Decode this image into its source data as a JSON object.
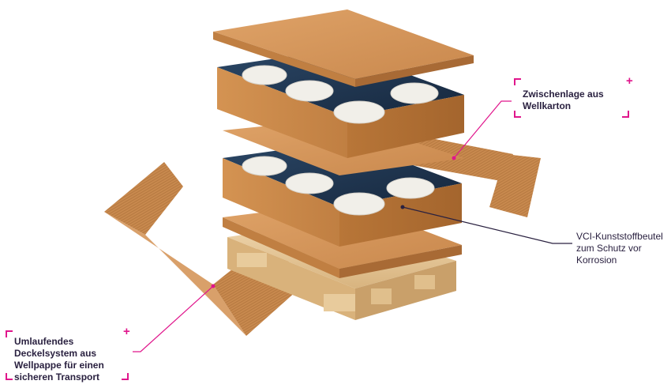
{
  "callouts": {
    "interlayer": {
      "lines": [
        "Zwischenlage aus",
        "Wellkarton"
      ]
    },
    "vci_bag": {
      "lines": [
        "VCI-Kunststoffbeutel",
        "zum Schutz vor",
        "Korrosion"
      ]
    },
    "wraparound": {
      "lines": [
        "Umlaufendes",
        "Deckelsystem aus",
        "Wellpappe für einen",
        "sicheren Transport"
      ]
    }
  },
  "colors": {
    "accent": "#e0168c",
    "leader_dark": "#2a2140",
    "cardboard": "#c98a4f",
    "cardboard_dark": "#a86a35",
    "cardboard_light": "#dca06a",
    "pallet_wood": "#e6c79a",
    "bag_blue": "#1f3550",
    "part_white": "#f1efe9"
  },
  "icons": [
    "plus-icon",
    "corner-bracket-icon"
  ]
}
